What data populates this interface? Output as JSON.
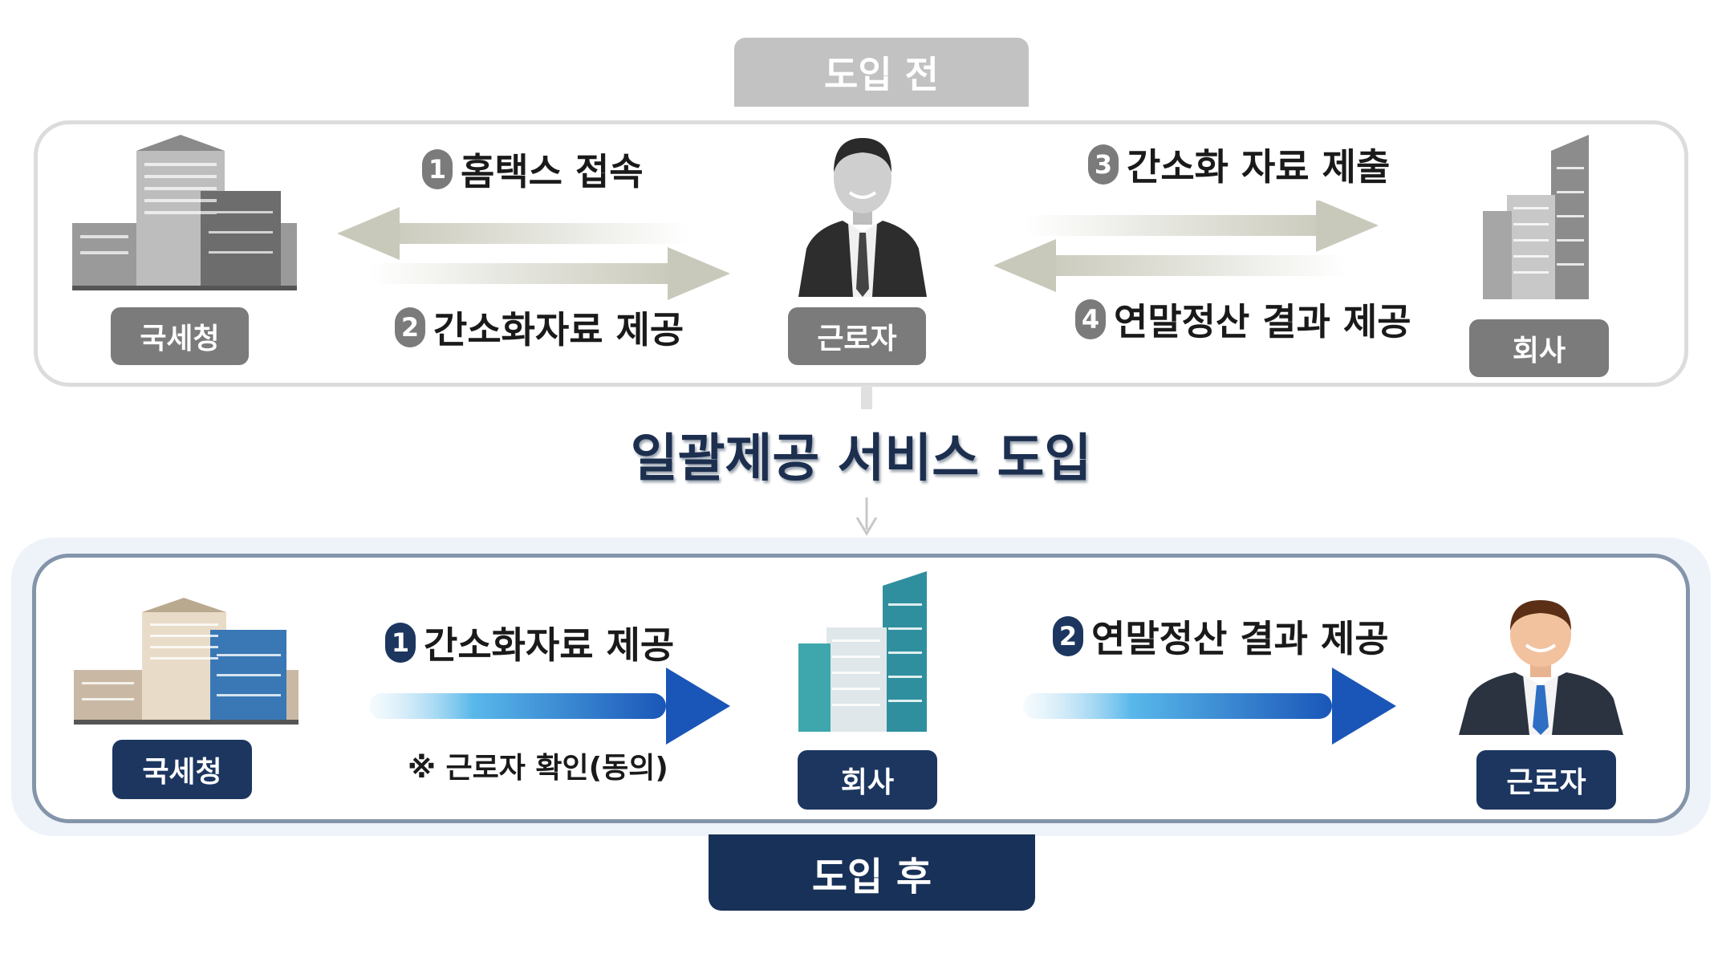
{
  "before": {
    "tab_label": "도입 전",
    "nodes": {
      "nts": "국세청",
      "worker": "근로자",
      "company": "회사"
    },
    "steps": [
      {
        "num": "1",
        "text": "홈택스 접속"
      },
      {
        "num": "2",
        "text": "간소화자료 제공"
      },
      {
        "num": "3",
        "text": "간소화 자료 제출"
      },
      {
        "num": "4",
        "text": "연말정산 결과 제공"
      }
    ]
  },
  "transition_title": "일괄제공 서비스 도입",
  "after": {
    "tab_label": "도입 후",
    "nodes": {
      "nts": "국세청",
      "company": "회사",
      "worker": "근로자"
    },
    "steps": [
      {
        "num": "1",
        "text": "간소화자료 제공"
      },
      {
        "num": "2",
        "text": "연말정산 결과 제공"
      }
    ],
    "note": "※ 근로자 확인(동의)"
  },
  "colors": {
    "gray_label": "#7b7b7b",
    "navy_label": "#1c3660",
    "blue_arrow": "#1a56b8"
  }
}
